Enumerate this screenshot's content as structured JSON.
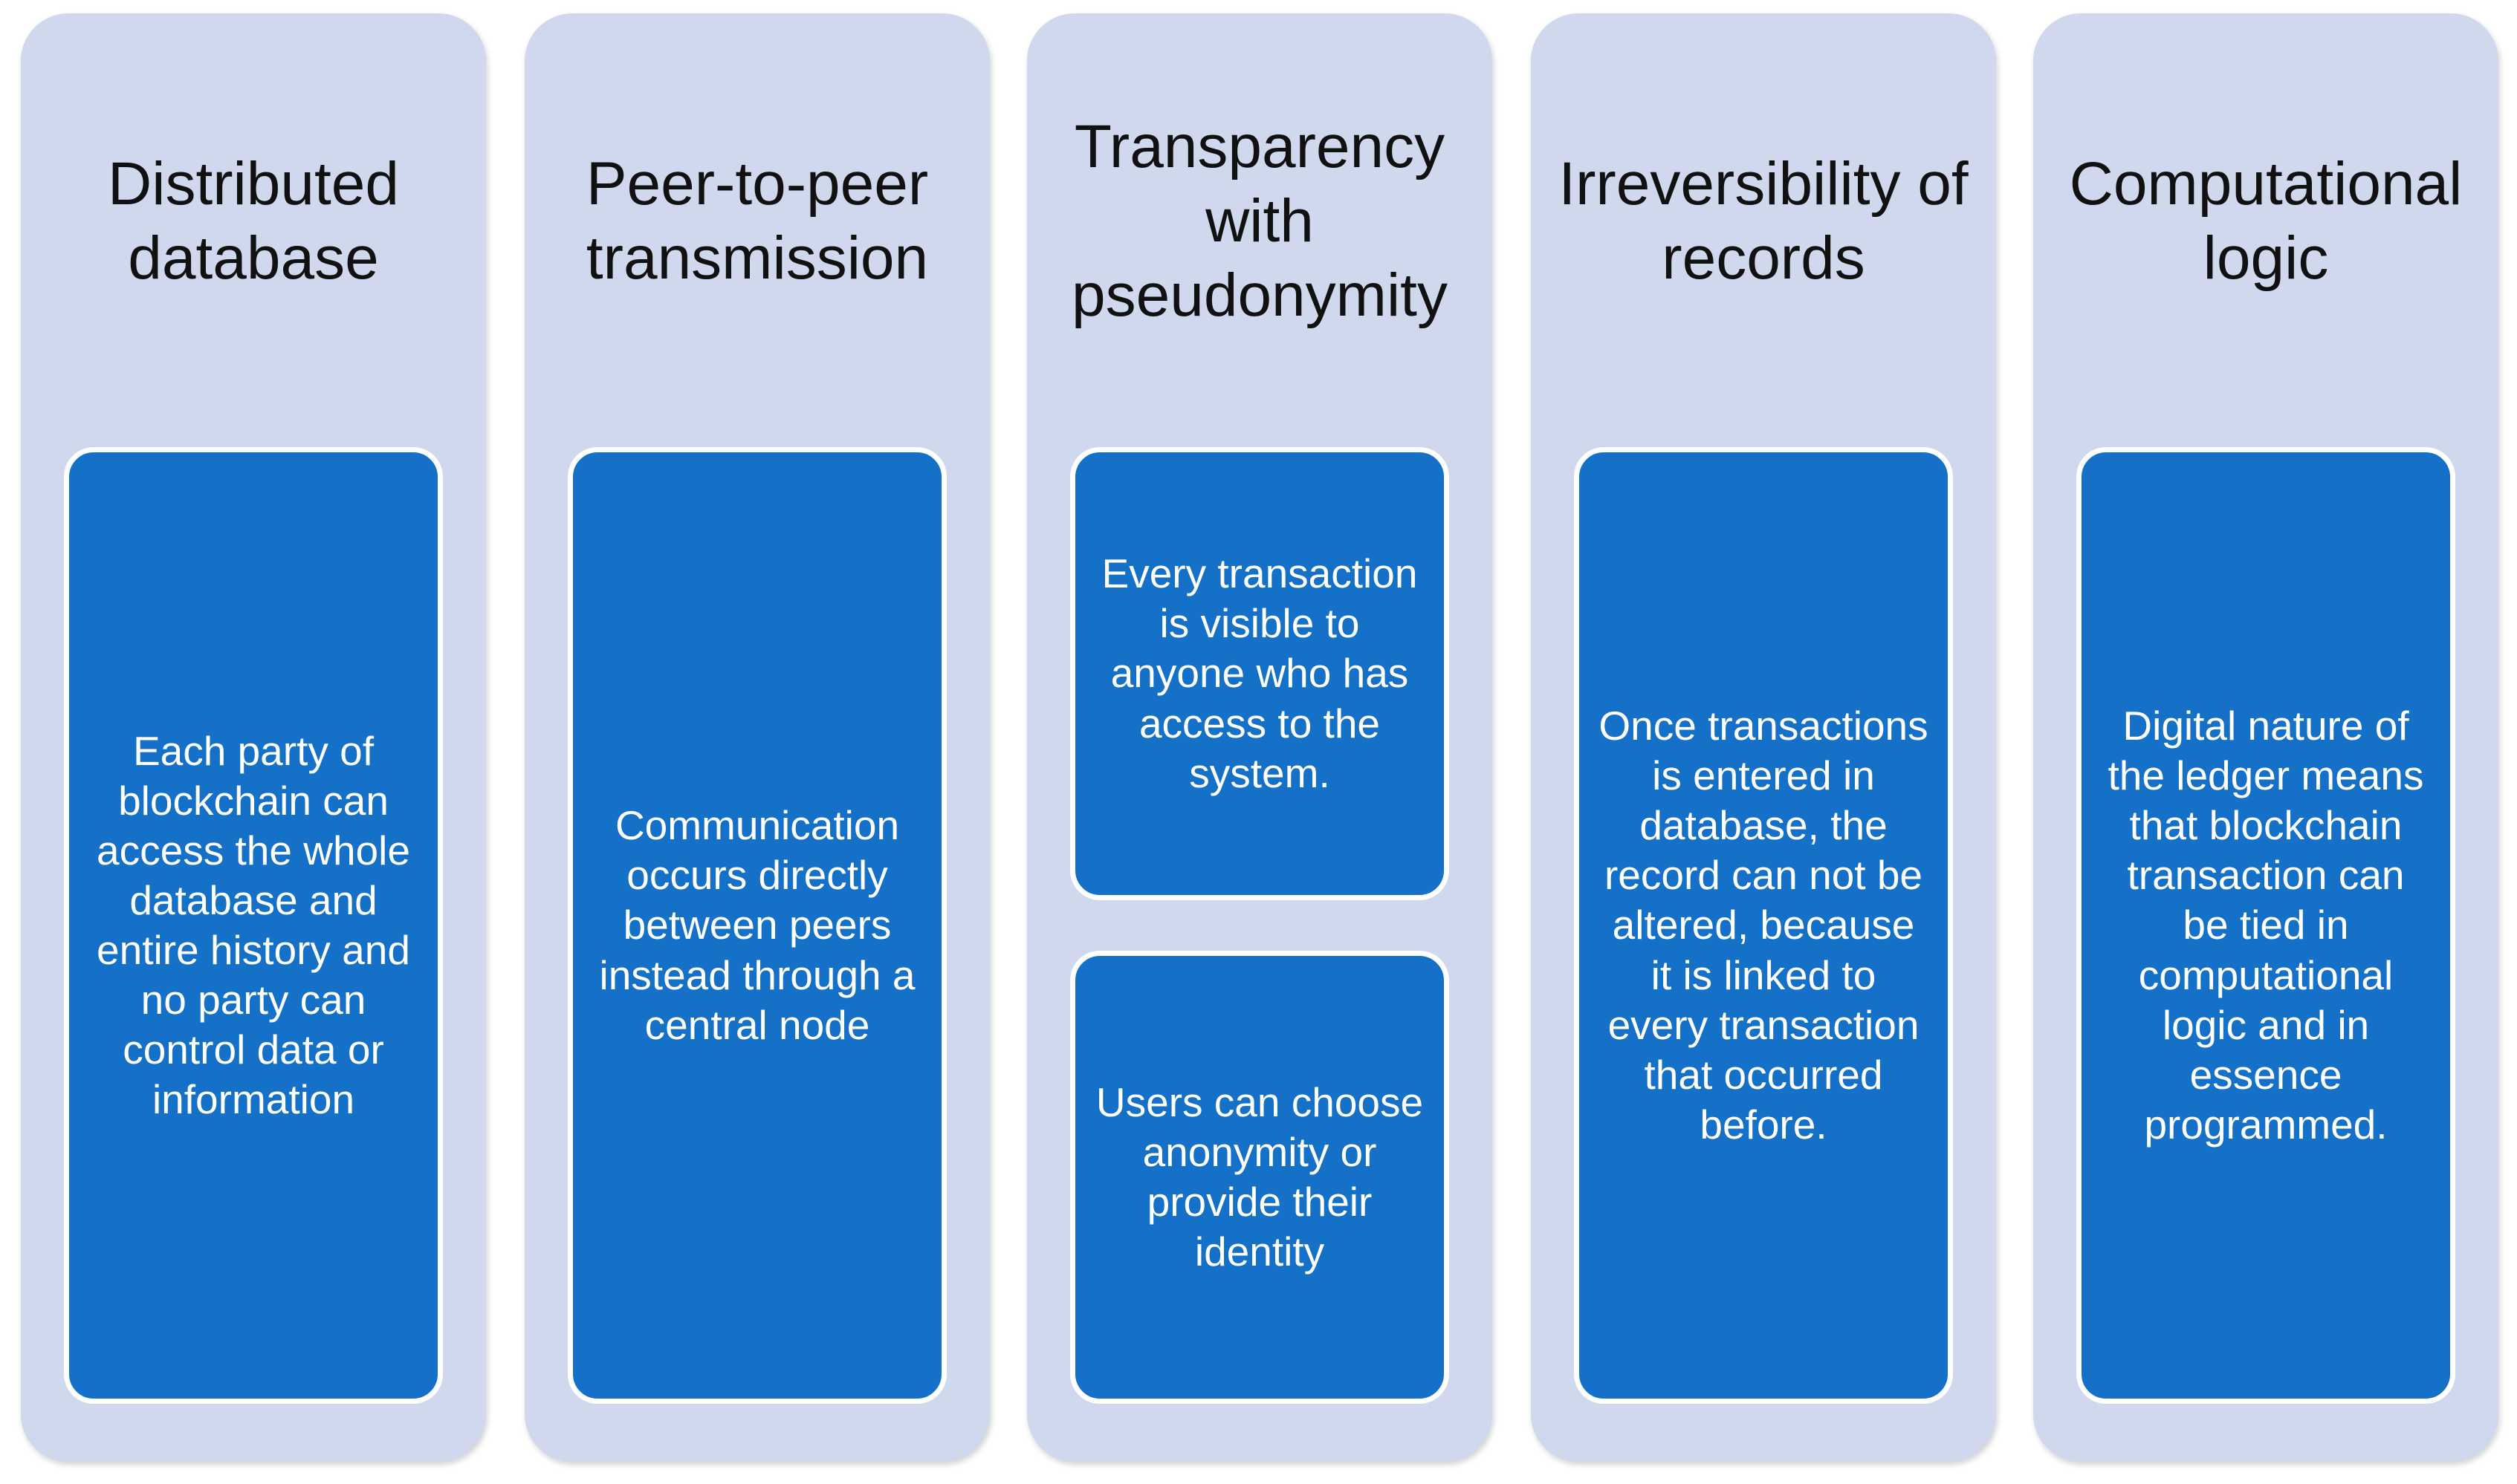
{
  "columns": [
    {
      "title": "Distributed database",
      "cards": [
        "Each party of blockchain can access the whole database and entire history and no party can control data or information"
      ]
    },
    {
      "title": "Peer-to-peer transmission",
      "cards": [
        "Communication occurs directly between peers instead through a central node"
      ]
    },
    {
      "title": "Transparency with pseudonymity",
      "cards": [
        "Every transaction is visible to anyone who has access to the system.",
        "Users can choose anonymity or provide their identity"
      ]
    },
    {
      "title": "Irreversibility of records",
      "cards": [
        "Once transactions is entered in database, the record can not be altered, because it is linked to every transaction that occurred before."
      ]
    },
    {
      "title": "Computational logic",
      "cards": [
        "Digital nature of the ledger means that blockchain transaction can be tied in computational logic and in essence programmed."
      ]
    }
  ],
  "colors": {
    "column_background": "#cfd8ec",
    "card_background": "#1471c7",
    "card_border": "#ffffff",
    "title_text": "#111111",
    "card_text": "#ffffff"
  }
}
